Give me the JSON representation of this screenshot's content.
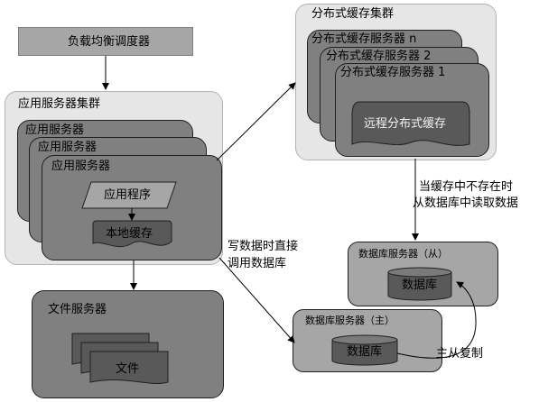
{
  "load_balancer": {
    "label": "负载均衡调度器"
  },
  "app_cluster": {
    "title": "应用服务器集群",
    "servers": [
      "应用服务器",
      "应用服务器",
      "应用服务器"
    ],
    "program": "应用程序",
    "local_cache": "本地缓存"
  },
  "cache_cluster": {
    "title": "分布式缓存集群",
    "servers": [
      "分布式缓存服务器 n",
      "分布式缓存服务器 2",
      "分布式缓存服务器 1"
    ],
    "remote_cache": "远程分布式缓存"
  },
  "file_server": {
    "title": "文件服务器",
    "file": "文件"
  },
  "db_slave": {
    "title": "数据库服务器（从）",
    "db": "数据库"
  },
  "db_master": {
    "title": "数据库服务器（主）",
    "db": "数据库"
  },
  "annotations": {
    "cache_miss_line1": "当缓存中不存在时",
    "cache_miss_line2": "从数据库中读取数据",
    "write_line1": "写数据时直接",
    "write_line2": "调用数据库",
    "replication": "主从复制"
  },
  "colors": {
    "panel_bg": "#e6e6e6",
    "card_bg": "#808080",
    "card_light": "#a6a6a6",
    "shape_dark": "#595959",
    "border": "#202020"
  }
}
